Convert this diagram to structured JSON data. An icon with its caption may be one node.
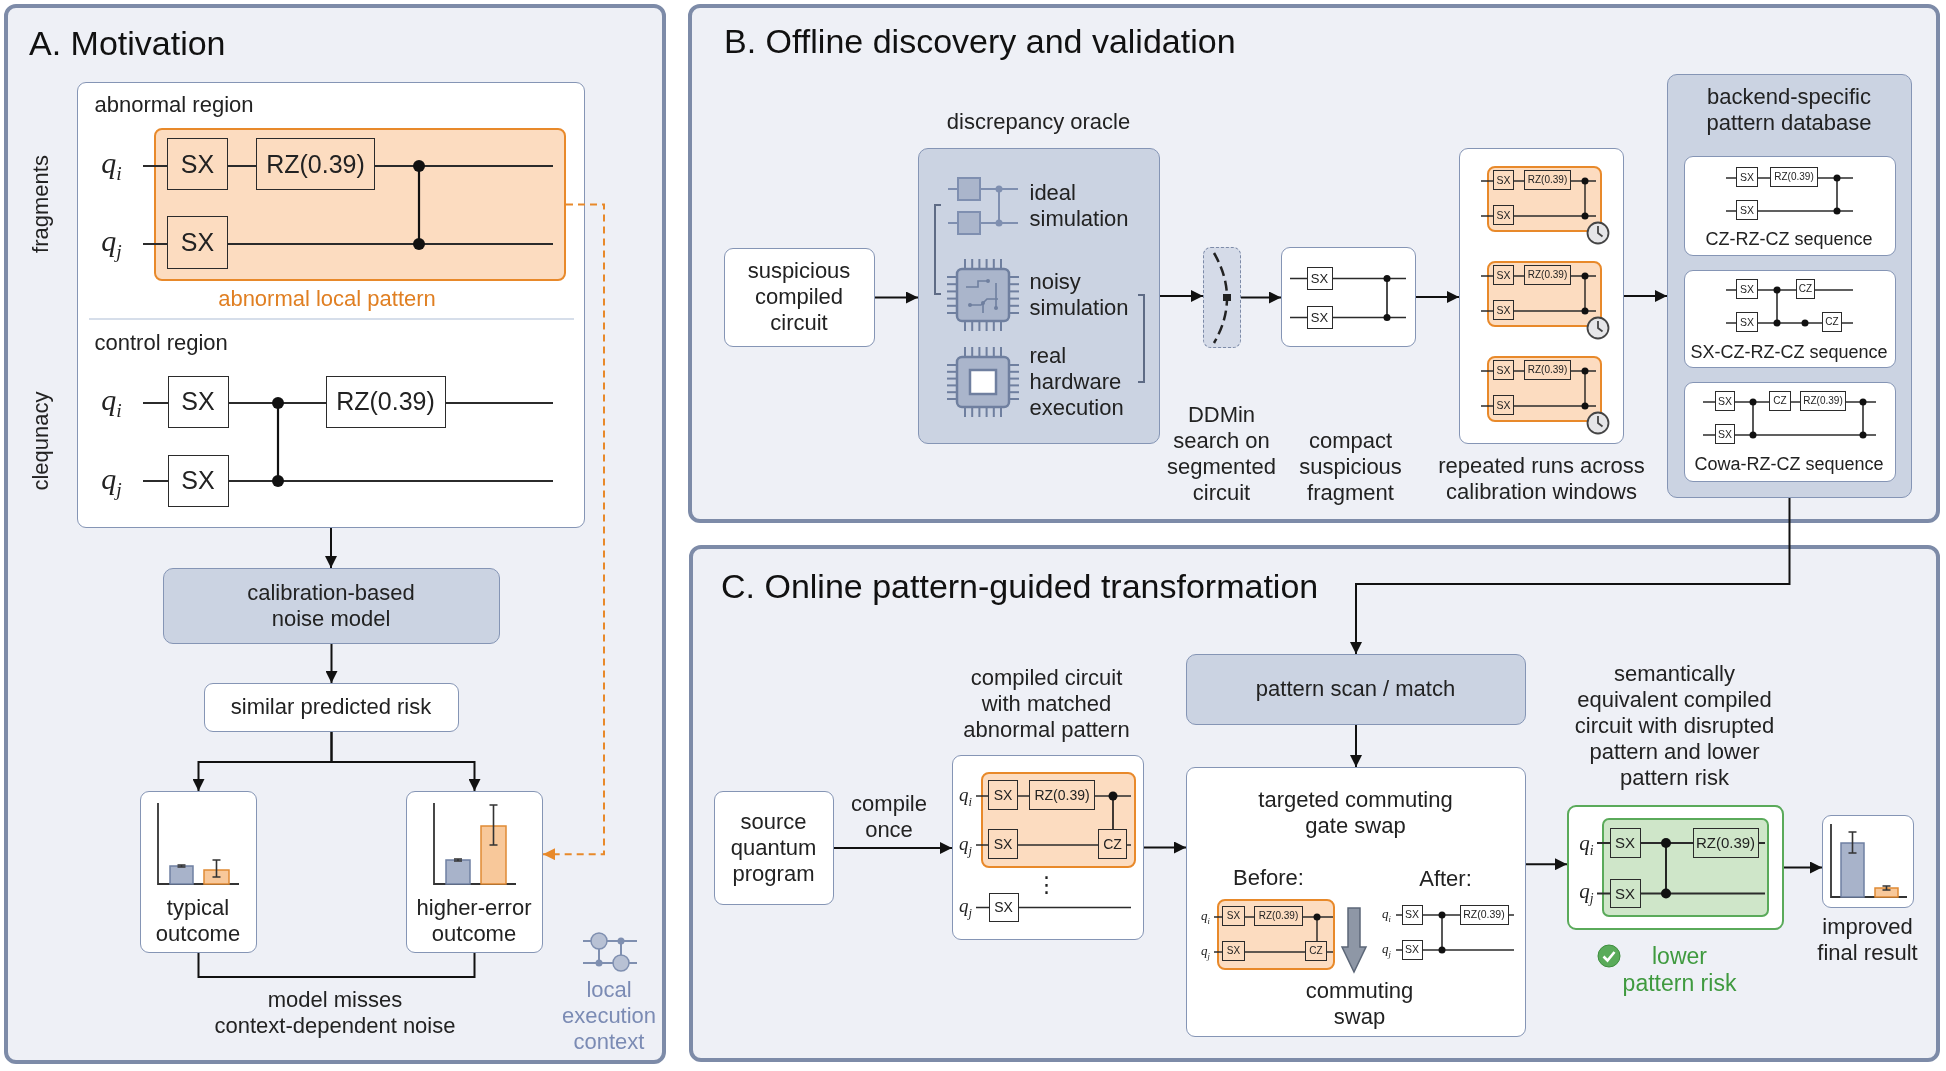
{
  "diagram": {
    "nodes": [
      {
        "text": [
          "A. Motivation"
        ]
      },
      {
        "text": [
          "abnormal region",
          "q$_{i}$",
          "q$_{j}$",
          "control region",
          "q$_{i}$",
          "SX",
          "RZ(0.39)",
          "q$_{j}$",
          "SX"
        ],
        "in": 0,
        "beside": [
          "fragments",
          "clequnacy"
        ]
      },
      {
        "text": [
          "SX",
          "RZ(0.39)",
          "SX",
          "abnormal local pattern"
        ],
        "in": 1
      },
      {
        "text": [
          "calibration-based noise model"
        ],
        "in": 0
      },
      {
        "text": [
          "similar predicted risk"
        ],
        "in": 0
      },
      {
        "text": [
          "typical outcome"
        ],
        "in": 0
      },
      {
        "text": [
          "higher-error outcome"
        ],
        "in": 0
      },
      {
        "text": [
          "B. Offline discovery and validation"
        ]
      },
      {
        "text": [
          "suspicious compiled circuit"
        ],
        "in": 7
      },
      {
        "text": [
          "discrepancy oracle",
          "ideal simulation",
          "noisy simulation",
          "real hardware execution"
        ],
        "in": 7
      },
      {
        "text": [
          "DDMin search on segmented circuit"
        ],
        "in": 7
      },
      {
        "text": [
          "SX",
          "SX",
          "compact suspicious fragment"
        ],
        "in": 7
      },
      {
        "text": [
          "repeated runs across calibration windows"
        ],
        "in": 7
      },
      {
        "text": [
          "SX",
          "RZ(0.39)",
          "SX"
        ],
        "in": 12
      },
      {
        "text": [
          "SX",
          "RZ(0.39)",
          "SX"
        ],
        "in": 12
      },
      {
        "text": [
          "SX",
          "RZ(0.39)",
          "SX"
        ],
        "in": 12
      },
      {
        "text": [
          "backend-specific pattern database"
        ],
        "in": 7
      },
      {
        "text": [
          "SX",
          "RZ(0.39)",
          "SX",
          "CZ-RZ-CZ sequence"
        ],
        "in": 16
      },
      {
        "text": [
          "SX",
          "CZ",
          "SX",
          "CZ",
          "SX-CZ-RZ-CZ sequence"
        ],
        "in": 16
      },
      {
        "text": [
          "SX",
          "CZ",
          "RZ(0.39)",
          "SX",
          "Cowa-RZ-CZ sequence"
        ],
        "in": 16
      },
      {
        "text": [
          "C. Online pattern-guided transformation"
        ]
      },
      {
        "text": [
          "source quantum program"
        ],
        "in": 20
      },
      {
        "text": [
          "compiled circuit with matched abnormal pattern",
          "q$_{i}$",
          "q$_{j}$",
          "⋮",
          "q$_{j}$",
          "SX"
        ],
        "in": 20
      },
      {
        "text": [
          "SX",
          "RZ(0.39)",
          "SX",
          "CZ"
        ],
        "in": 22
      },
      {
        "text": [
          "pattern scan / match"
        ],
        "in": 20
      },
      {
        "text": [
          "targeted commuting gate swap",
          "Before:",
          "q$_{i}$",
          "q$_{j}$",
          "After:",
          "q$_{i}$",
          "SX",
          "RZ(0.39)",
          "q$_{j}$",
          "SX",
          "commuting swap"
        ],
        "in": 20
      },
      {
        "text": [
          "SX",
          "RZ(0.39)",
          "SX",
          "CZ"
        ],
        "in": 25
      },
      {
        "text": [
          "semantically equivalent compiled circuit with disrupted pattern and lower pattern risk",
          "q$_{i}$",
          "q$_{j}$"
        ],
        "in": 20,
        "beside": [
          "lower pattern risk"
        ]
      },
      {
        "text": [
          "SX",
          "RZ(0.39)",
          "SX"
        ],
        "in": 27
      },
      {
        "text": [
          "improved final result"
        ],
        "in": 20
      }
    ],
    "edges": [
      {
        "from": 1,
        "to": 3,
        "arrow": "to"
      },
      {
        "from": 3,
        "to": 4,
        "arrow": "to"
      },
      {
        "from": 4,
        "to": 5,
        "arrow": "to"
      },
      {
        "from": 4,
        "to": 6,
        "arrow": "to"
      },
      {
        "from": 5,
        "to": 6,
        "arrow": "none",
        "label": "model misses context-dependent noise"
      },
      {
        "from": 2,
        "to": 6,
        "arrow": "to",
        "style": "dashed",
        "color": "#e8892a"
      },
      {
        "from": 8,
        "to": 9,
        "arrow": "to"
      },
      {
        "from": 9,
        "to": 10,
        "arrow": "to"
      },
      {
        "from": 10,
        "to": 11,
        "arrow": "to"
      },
      {
        "from": 11,
        "to": 12,
        "arrow": "to"
      },
      {
        "from": 12,
        "to": 16,
        "arrow": "to"
      },
      {
        "from": 16,
        "to": 24,
        "arrow": "to"
      },
      {
        "from": 21,
        "to": 22,
        "arrow": "to",
        "label": "compile once"
      },
      {
        "from": 22,
        "to": 25,
        "arrow": "to"
      },
      {
        "from": 24,
        "to": 25,
        "arrow": "to"
      },
      {
        "from": 25,
        "to": 27,
        "arrow": "to"
      },
      {
        "from": 27,
        "to": 29,
        "arrow": "to"
      }
    ],
    "labels": [
      "local execution context"
    ]
  }
}
